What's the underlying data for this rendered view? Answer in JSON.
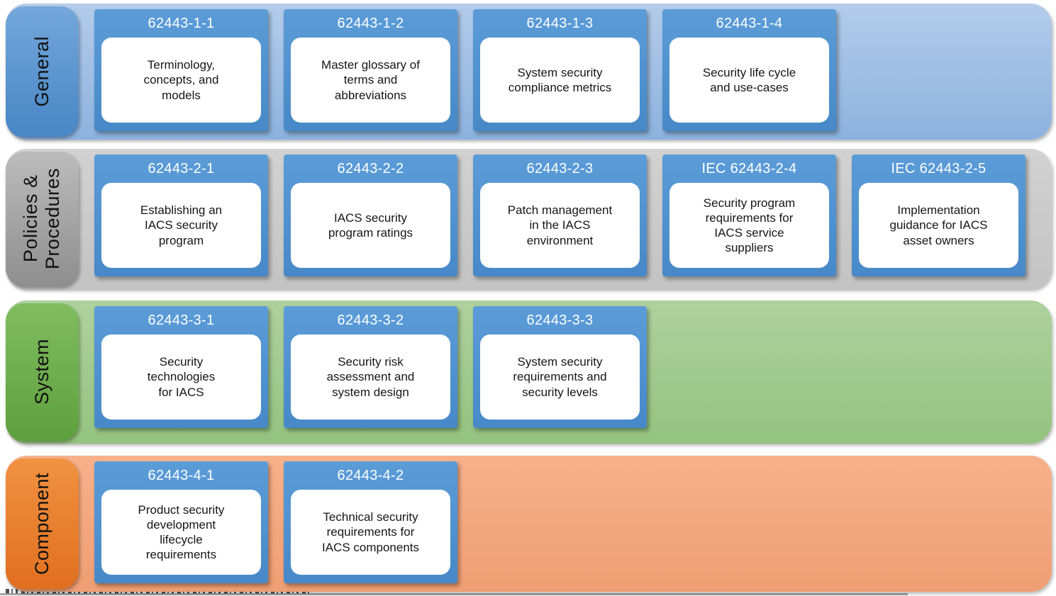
{
  "diagram": {
    "card_header_color_top": "#5b9cd8",
    "card_header_color_bottom": "#4789c8",
    "card_body_color": "#ffffff",
    "rows": [
      {
        "id": "general",
        "label": "General",
        "band_color_top": "#b4ccea",
        "band_color_bottom": "#8cb2df",
        "label_color_top": "#74a7db",
        "label_color_bottom": "#4886c5",
        "cards": [
          {
            "code": "62443-1-1",
            "title": "Terminology,\nconcepts, and\nmodels"
          },
          {
            "code": "62443-1-2",
            "title": "Master glossary of\nterms and\nabbreviations"
          },
          {
            "code": "62443-1-3",
            "title": "System security\ncompliance metrics"
          },
          {
            "code": "62443-1-4",
            "title": "Security life cycle\nand use-cases"
          }
        ]
      },
      {
        "id": "policies-procedures",
        "label": "Policies &\nProcedures",
        "band_color_top": "#d2d2d2",
        "band_color_bottom": "#c3c3c3",
        "label_color_top": "#bcbcbc",
        "label_color_bottom": "#8e8e8e",
        "cards": [
          {
            "code": "62443-2-1",
            "title": "Establishing an\nIACS security\nprogram"
          },
          {
            "code": "62443-2-2",
            "title": "IACS security\nprogram ratings"
          },
          {
            "code": "62443-2-3",
            "title": "Patch management\nin the IACS\nenvironment"
          },
          {
            "code": "IEC 62443-2-4",
            "title": "Security program\nrequirements for\nIACS service\nsuppliers"
          },
          {
            "code": "IEC 62443-2-5",
            "title": "Implementation\nguidance for IACS\nasset owners"
          }
        ]
      },
      {
        "id": "system",
        "label": "System",
        "band_color_top": "#aed19e",
        "band_color_bottom": "#94c37f",
        "label_color_top": "#80bd60",
        "label_color_bottom": "#5ea03d",
        "cards": [
          {
            "code": "62443-3-1",
            "title": "Security\ntechnologies\nfor IACS"
          },
          {
            "code": "62443-3-2",
            "title": "Security risk\nassessment and\nsystem design"
          },
          {
            "code": "62443-3-3",
            "title": "System security\nrequirements and\nsecurity levels"
          }
        ]
      },
      {
        "id": "component",
        "label": "Component",
        "band_color_top": "#f6b18b",
        "band_color_bottom": "#f09e73",
        "label_color_top": "#f19241",
        "label_color_bottom": "#e06f1f",
        "cards": [
          {
            "code": "62443-4-1",
            "title": "Product security\ndevelopment\nlifecycle\nrequirements"
          },
          {
            "code": "62443-4-2",
            "title": "Technical security\nrequirements for\nIACS components"
          }
        ]
      }
    ]
  }
}
